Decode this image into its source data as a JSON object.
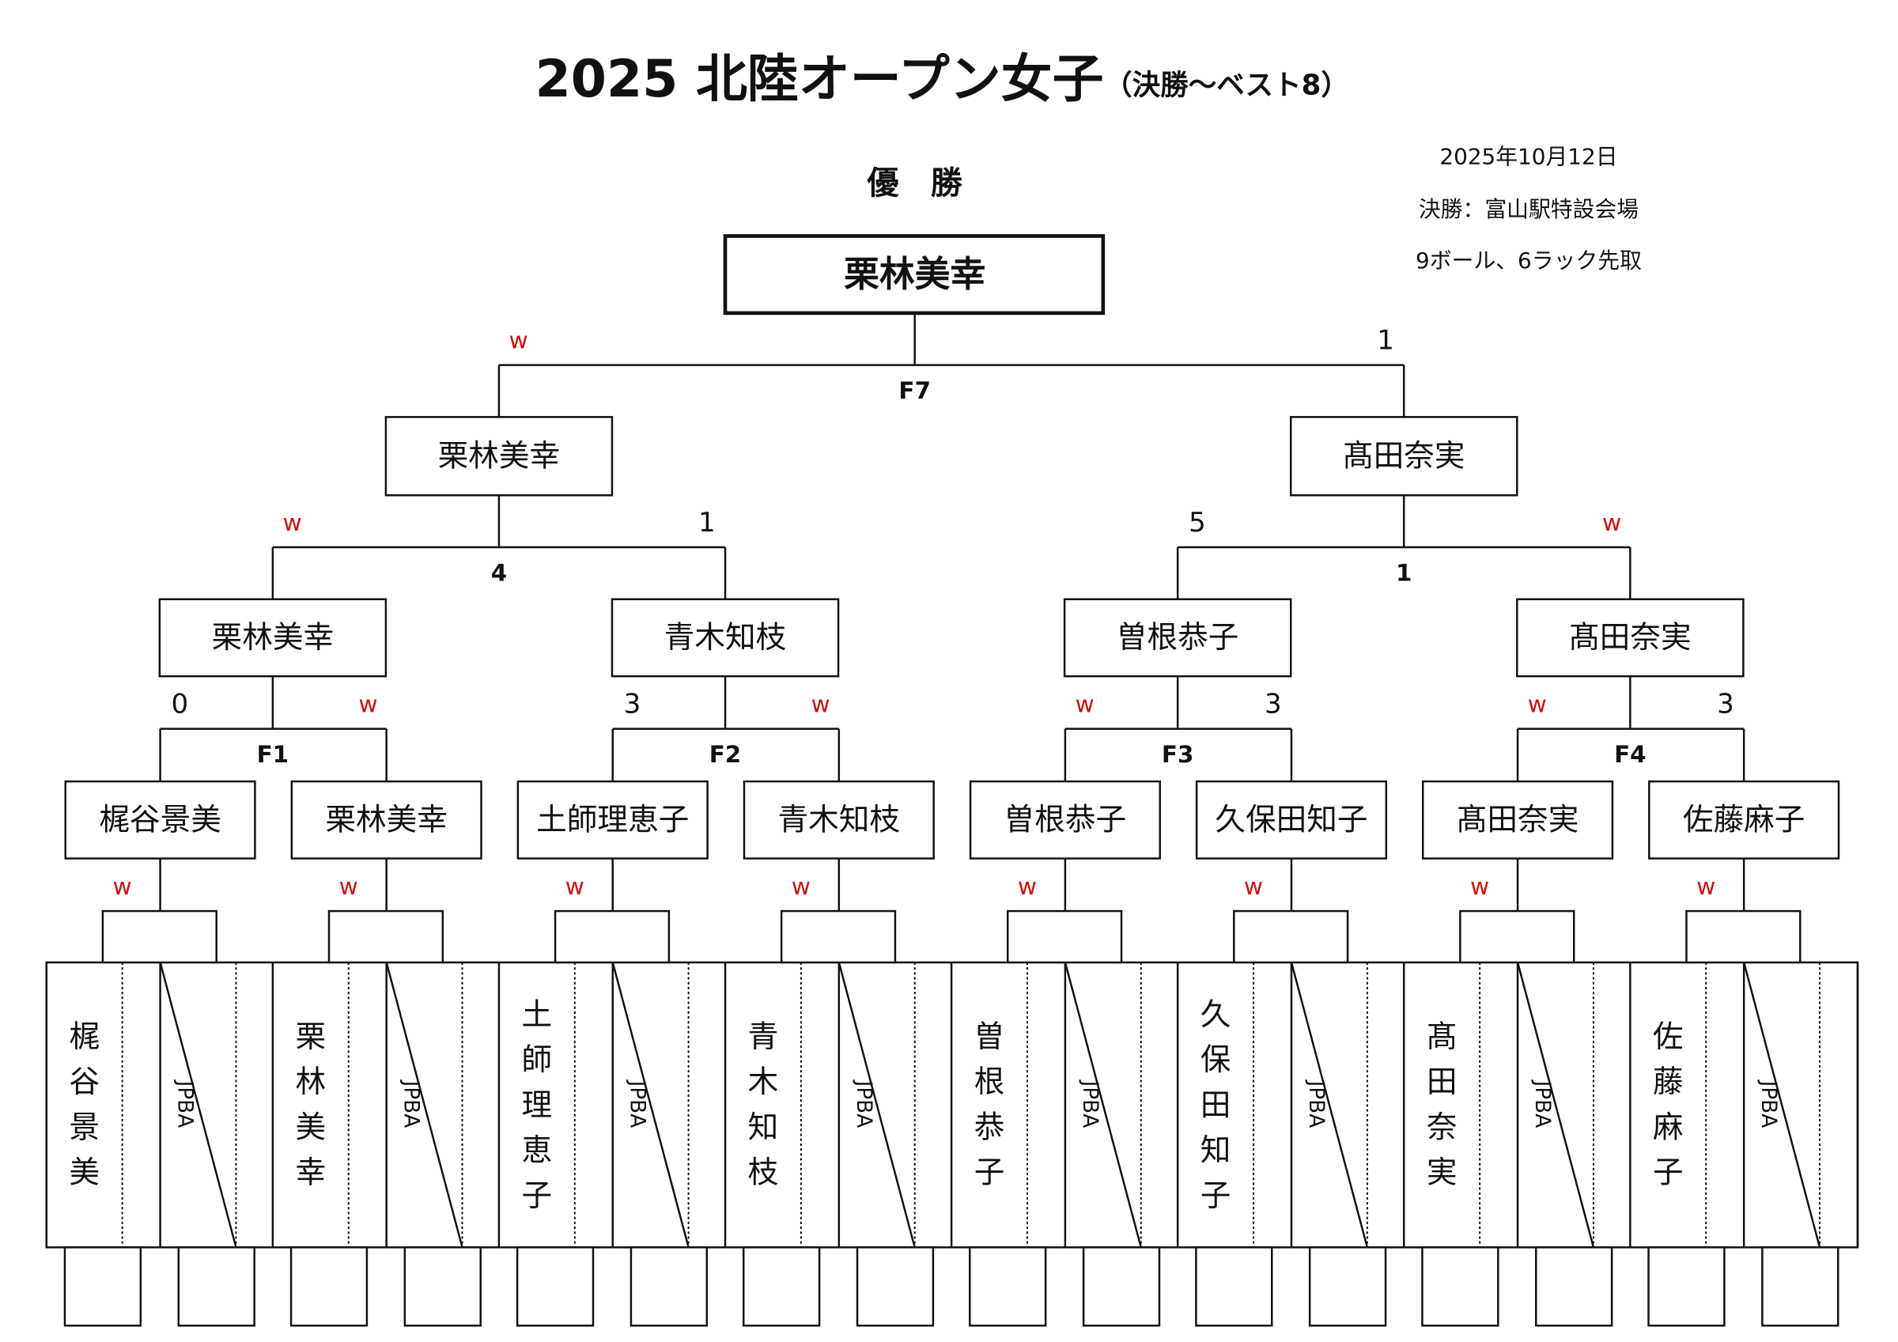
{
  "title": {
    "main": "2025 北陸オープン女子",
    "sub": "（決勝～ベスト8）"
  },
  "info": {
    "date": "2025年10月12日",
    "venue": "決勝：富山駅特設会場",
    "rule": "9ボール、6ラック先取"
  },
  "champion": {
    "heading": "優　勝",
    "name": "栗林美幸"
  },
  "final": {
    "label": "F7",
    "left_score": "w",
    "right_score": "1",
    "left": "栗林美幸",
    "right": "髙田奈実"
  },
  "semis": [
    {
      "label": "4",
      "left_score": "w",
      "right_score": "1",
      "left": "栗林美幸",
      "right": "青木知枝"
    },
    {
      "label": "1",
      "left_score": "5",
      "right_score": "w",
      "left": "曽根恭子",
      "right": "髙田奈実"
    }
  ],
  "quarters": [
    {
      "label": "F1",
      "left_score": "0",
      "right_score": "w",
      "left": "梶谷景美",
      "right": "栗林美幸"
    },
    {
      "label": "F2",
      "left_score": "3",
      "right_score": "w",
      "left": "土師理恵子",
      "right": "青木知枝"
    },
    {
      "label": "F3",
      "left_score": "w",
      "right_score": "3",
      "left": "曽根恭子",
      "right": "久保田知子"
    },
    {
      "label": "F4",
      "left_score": "w",
      "right_score": "3",
      "left": "髙田奈実",
      "right": "佐藤麻子"
    }
  ],
  "entries": [
    {
      "name": "梶谷景美",
      "org": "JPBA",
      "score": "w"
    },
    {
      "name": "栗林美幸",
      "org": "JPBA",
      "score": "w"
    },
    {
      "name": "土師理恵子",
      "org": "JPBA",
      "score": "w"
    },
    {
      "name": "青木知枝",
      "org": "JPBA",
      "score": "w"
    },
    {
      "name": "曽根恭子",
      "org": "JPBA",
      "score": "w"
    },
    {
      "name": "久保田知子",
      "org": "JPBA",
      "score": "w"
    },
    {
      "name": "髙田奈実",
      "org": "JPBA",
      "score": "w"
    },
    {
      "name": "佐藤麻子",
      "org": "JPBA",
      "score": "w"
    }
  ],
  "colors": {
    "win_mark": "#d01010",
    "line": "#111111"
  }
}
